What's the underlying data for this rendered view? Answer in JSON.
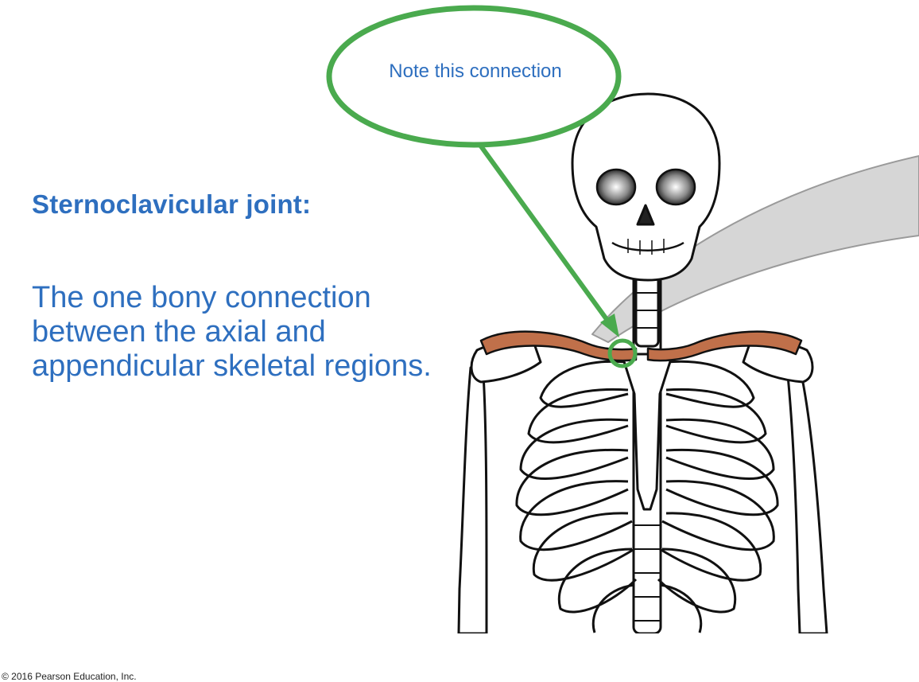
{
  "slide": {
    "heading": "Sternoclavicular joint:",
    "body": "The one bony connection between the axial and appendicular skeletal regions.",
    "callout": "Note this connection",
    "footer": "© 2016 Pearson Education, Inc."
  },
  "colors": {
    "text_blue": "#2e6fbf",
    "callout_green": "#4aaa4e",
    "clavicle_orange": "#c0704a",
    "pointer_gray": "#d6d6d6"
  },
  "illustration": {
    "subject": "skeleton-upper-body",
    "highlight": "sternoclavicular-joint"
  }
}
